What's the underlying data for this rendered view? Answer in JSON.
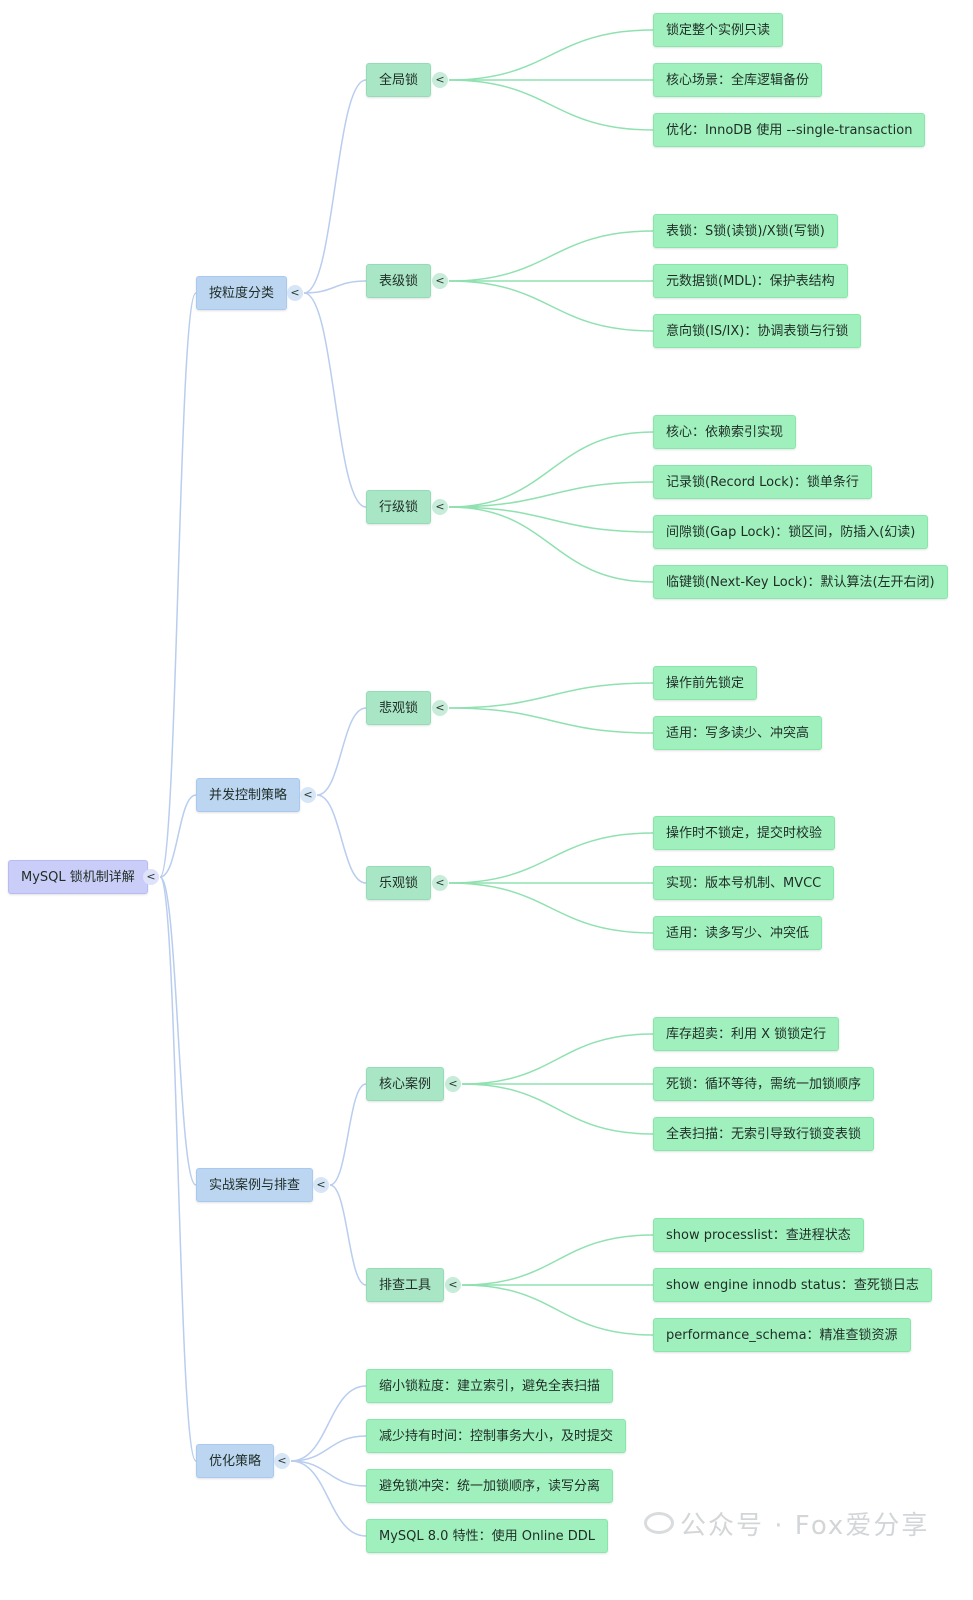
{
  "root": {
    "label": "MySQL 锁机制详解"
  },
  "toggle_symbol": "<",
  "colors": {
    "root": "#c9cdf7",
    "level1": "#bcd6f2",
    "level2": "#a9e6c6",
    "leaf": "#9ff0bd",
    "edge_blue": "#b9cdef",
    "edge_green": "#8fe1b0"
  },
  "branches": {
    "granularity": {
      "label": "按粒度分类",
      "global": {
        "label": "全局锁",
        "items": [
          "锁定整个实例只读",
          "核心场景：全库逻辑备份",
          "优化：InnoDB 使用 --single-transaction"
        ]
      },
      "table": {
        "label": "表级锁",
        "items": [
          "表锁：S锁(读锁)/X锁(写锁)",
          "元数据锁(MDL)：保护表结构",
          "意向锁(IS/IX)：协调表锁与行锁"
        ]
      },
      "row": {
        "label": "行级锁",
        "items": [
          "核心：依赖索引实现",
          "记录锁(Record Lock)：锁单条行",
          "间隙锁(Gap Lock)：锁区间，防插入(幻读)",
          "临键锁(Next-Key Lock)：默认算法(左开右闭)"
        ]
      }
    },
    "concurrency": {
      "label": "并发控制策略",
      "pessimistic": {
        "label": "悲观锁",
        "items": [
          "操作前先锁定",
          "适用：写多读少、冲突高"
        ]
      },
      "optimistic": {
        "label": "乐观锁",
        "items": [
          "操作时不锁定，提交时校验",
          "实现：版本号机制、MVCC",
          "适用：读多写少、冲突低"
        ]
      }
    },
    "cases": {
      "label": "实战案例与排查",
      "core": {
        "label": "核心案例",
        "items": [
          "库存超卖：利用 X 锁锁定行",
          "死锁：循环等待，需统一加锁顺序",
          "全表扫描：无索引导致行锁变表锁"
        ]
      },
      "tools": {
        "label": "排查工具",
        "items": [
          "show processlist：查进程状态",
          "show engine innodb status：查死锁日志",
          "performance_schema：精准查锁资源"
        ]
      }
    },
    "optimize": {
      "label": "优化策略",
      "items": [
        "缩小锁粒度：建立索引，避免全表扫描",
        "减少持有时间：控制事务大小，及时提交",
        "避免锁冲突：统一加锁顺序，读写分离",
        "MySQL 8.0 特性：使用 Online DDL"
      ]
    }
  },
  "watermark": "公众号 · Fox爱分享"
}
